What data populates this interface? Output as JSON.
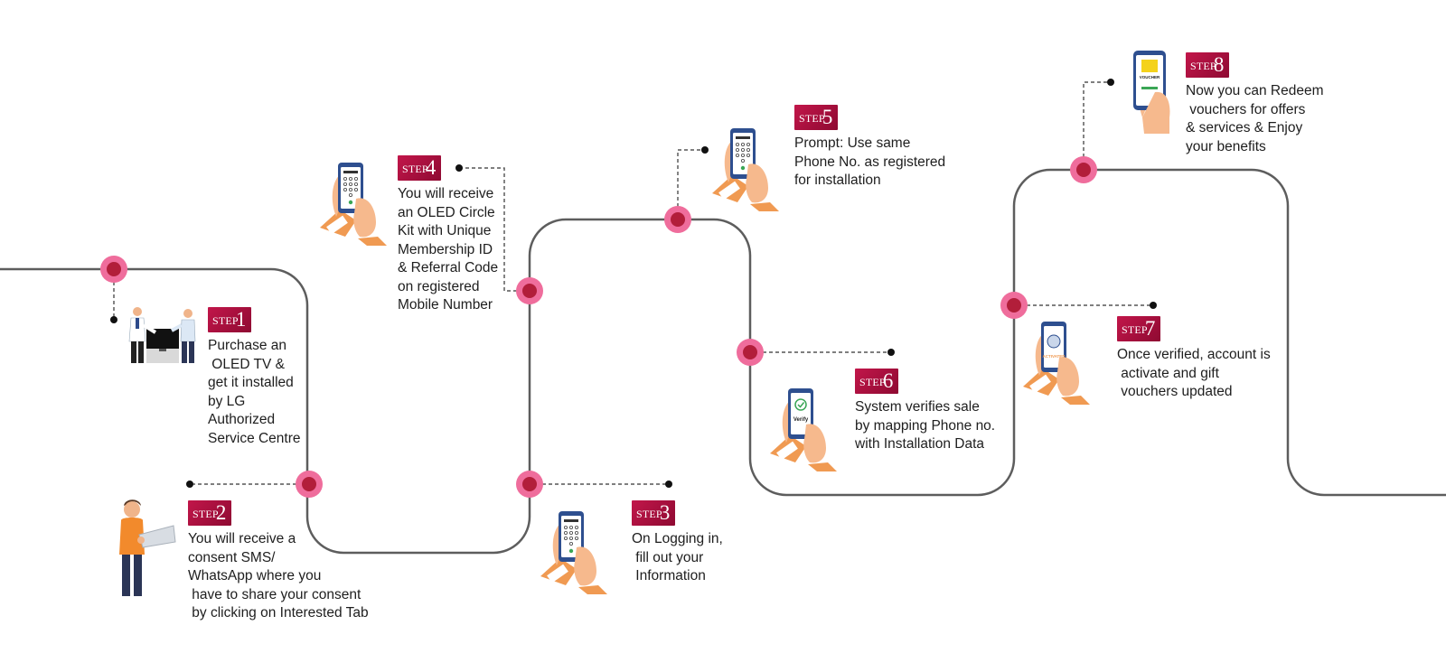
{
  "colors": {
    "path": "#5d5d5d",
    "node_outer": "#ef6d9c",
    "node_inner": "#b21e3a",
    "badge": "#a50d3b",
    "text": "#1e1e1e"
  },
  "steps": [
    {
      "badge_word": "STEP",
      "number": "1",
      "text": "Purchase an\n OLED TV &\nget it installed\nby LG\nAuthorized\nService Centre",
      "illustration": "tv-installation-icon"
    },
    {
      "badge_word": "STEP",
      "number": "2",
      "text": "You will receive a\nconsent SMS/\nWhatsApp where you\n have to share your consent\n by clicking on Interested Tab",
      "illustration": "man-with-laptop-icon"
    },
    {
      "badge_word": "STEP",
      "number": "3",
      "text": "On Logging in,\n fill out your\n Information",
      "illustration": "phone-dialer-icon"
    },
    {
      "badge_word": "STEP",
      "number": "4",
      "text": "You will receive\nan OLED Circle\nKit with Unique\nMembership ID\n& Referral Code\non registered\nMobile Number",
      "illustration": "phone-dialer-icon"
    },
    {
      "badge_word": "STEP",
      "number": "5",
      "text": "Prompt: Use same\nPhone No. as registered\nfor installation",
      "illustration": "phone-dialer-icon"
    },
    {
      "badge_word": "STEP",
      "number": "6",
      "text": "System verifies sale\nby mapping Phone no.\nwith Installation Data",
      "illustration": "phone-verify-icon",
      "phone_label": "Verify"
    },
    {
      "badge_word": "STEP",
      "number": "7",
      "text": "Once verified, account is\n activate and gift\n vouchers updated",
      "illustration": "phone-activated-icon",
      "phone_label": "ACTIVATED"
    },
    {
      "badge_word": "STEP",
      "number": "8",
      "text": "Now you can Redeem\n vouchers for offers\n& services & Enjoy\nyour benefits",
      "illustration": "phone-voucher-icon",
      "phone_label": "VOUCHER"
    }
  ]
}
